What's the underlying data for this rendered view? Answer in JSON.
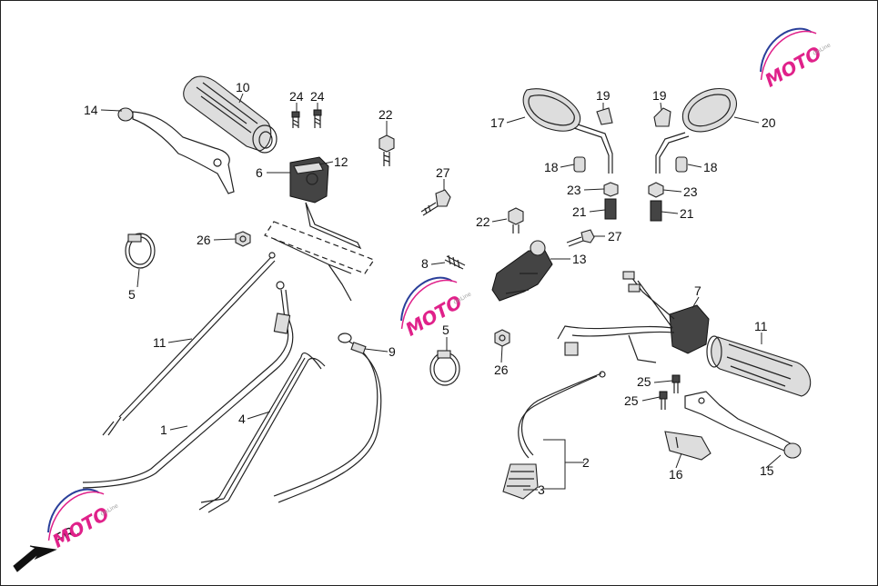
{
  "diagram": {
    "direction_label": "FR.",
    "watermark": {
      "brand": "MOTO",
      "tagline": "OnLine"
    },
    "callouts": {
      "c14": "14",
      "c10": "10",
      "c24a": "24",
      "c24b": "24",
      "c22a": "22",
      "c6": "6",
      "c12": "12",
      "c26a": "26",
      "c5a": "5",
      "c11a": "11",
      "c1": "1",
      "c4": "4",
      "c9": "9",
      "c8": "8",
      "c27a": "27",
      "c22b": "22",
      "c13": "13",
      "c5b": "5",
      "c26b": "26",
      "c17": "17",
      "c19a": "19",
      "c19b": "19",
      "c20": "20",
      "c18a": "18",
      "c18b": "18",
      "c23a": "23",
      "c23b": "23",
      "c21a": "21",
      "c21b": "21",
      "c27b": "27",
      "c7": "7",
      "c11b": "11",
      "c25a": "25",
      "c25b": "25",
      "c2": "2",
      "c3": "3",
      "c16": "16",
      "c15": "15"
    },
    "colors": {
      "line": "#222222",
      "watermark_pink": "#e0218a",
      "watermark_blue": "#2a3f9a",
      "watermark_gray": "#9a9a9a"
    }
  }
}
